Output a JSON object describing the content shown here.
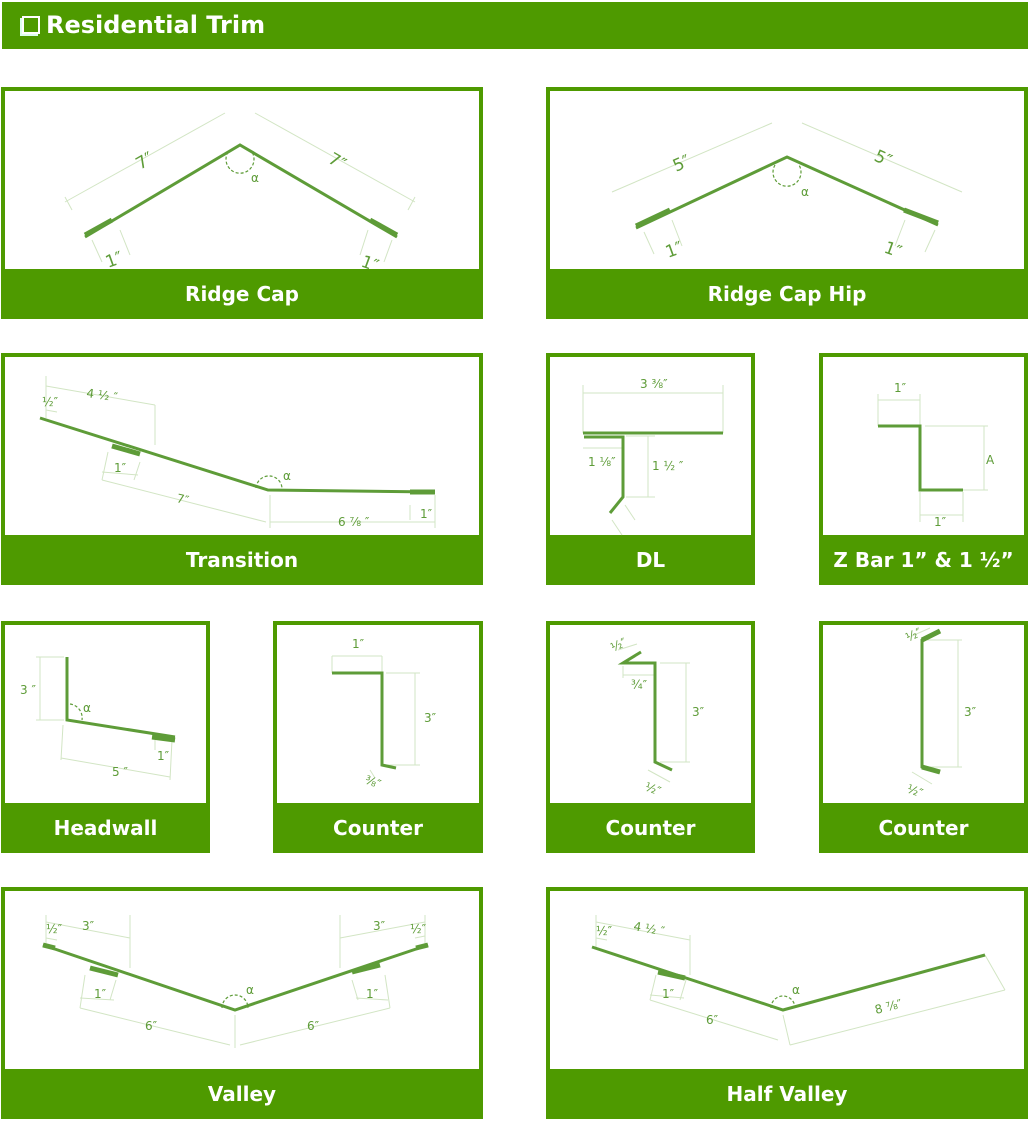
{
  "header": {
    "title": "Residential Trim"
  },
  "cards": [
    {
      "label": "Ridge Cap",
      "dims": [
        "7″",
        "7″",
        "1″",
        "1″",
        "α"
      ]
    },
    {
      "label": "Ridge Cap Hip",
      "dims": [
        "5″",
        "5″",
        "1″",
        "1″",
        "α"
      ]
    },
    {
      "label": "Transition",
      "dims": [
        "4 ½ ″",
        "½″",
        "1″",
        "7″",
        "α",
        "6 ⅞ ″",
        "1″"
      ]
    },
    {
      "label": "DL",
      "dims": [
        "3 ⅜″",
        "1 ⅛″",
        "1 ½ ″"
      ]
    },
    {
      "label": "Z Bar 1” & 1 ½”",
      "dims": [
        "1″",
        "A",
        "1″"
      ]
    },
    {
      "label": "Headwall",
      "dims": [
        "3 ″",
        "α",
        "1″",
        "5 ″"
      ]
    },
    {
      "label": "Counter",
      "dims": [
        "1″",
        "3″",
        "⅜″"
      ]
    },
    {
      "label": "Counter",
      "dims": [
        "½″",
        "¾″",
        "3″",
        "½″"
      ]
    },
    {
      "label": "Counter",
      "dims": [
        "½″",
        "3″",
        "½″"
      ]
    },
    {
      "label": "Valley",
      "dims": [
        "3″",
        "½″",
        "1″",
        "6″",
        "α",
        "6″",
        "3″",
        "½″",
        "1″"
      ]
    },
    {
      "label": "Half Valley",
      "dims": [
        "4 ½ ″",
        "½″",
        "1″",
        "6″",
        "α",
        "8 ⅞″"
      ]
    }
  ],
  "colors": {
    "brand": "#4e9a00",
    "profile": "#5e9c38",
    "dimension": "#d2e5c4"
  }
}
